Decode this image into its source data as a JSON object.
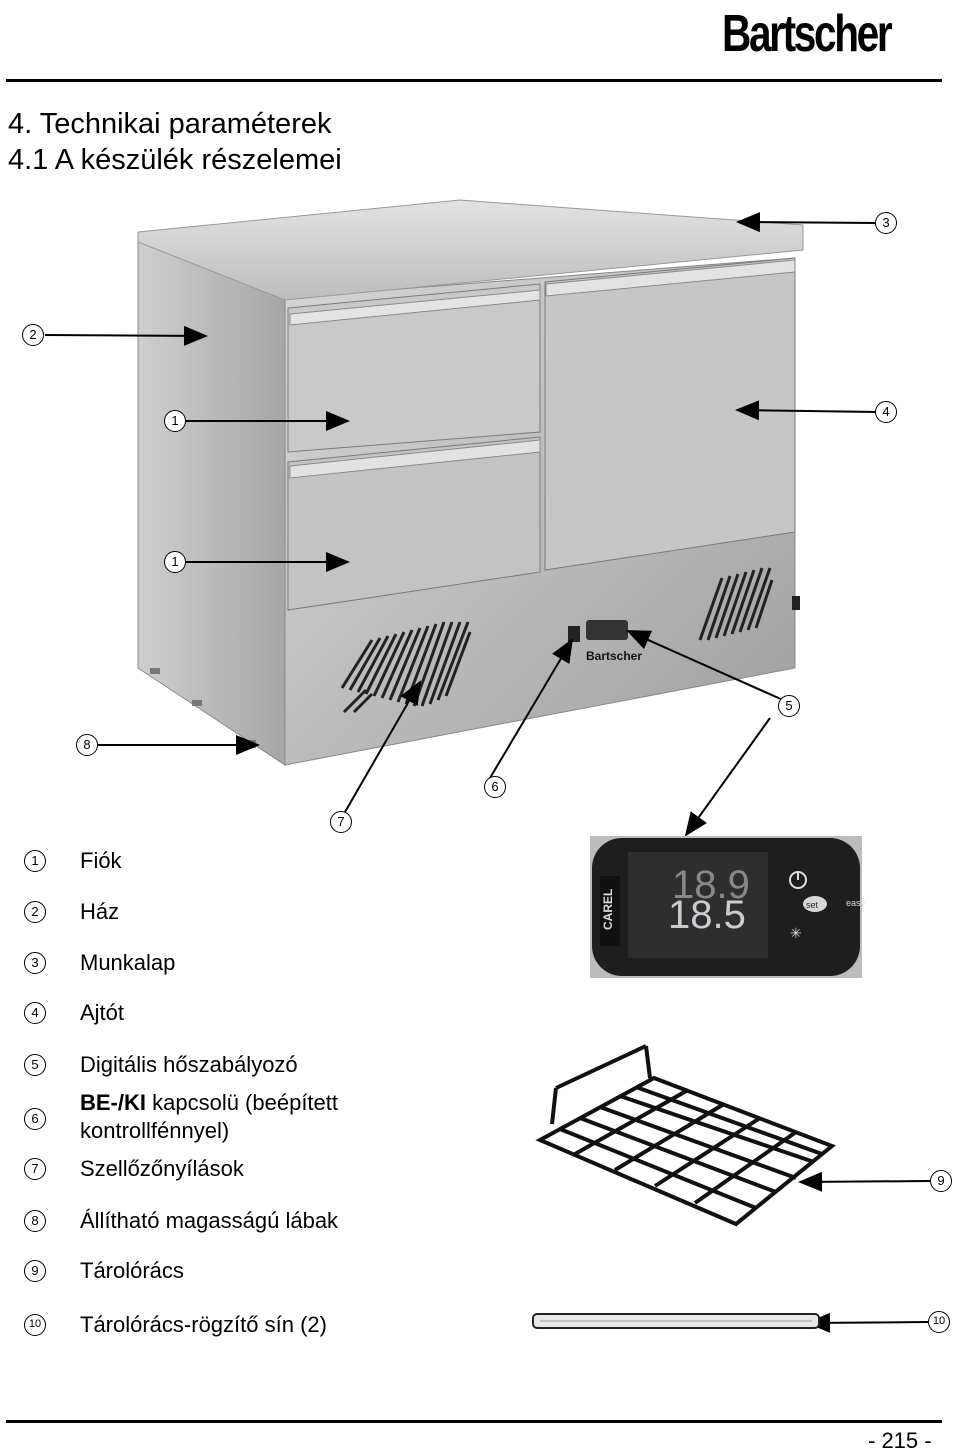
{
  "header": {
    "brand": "Bartscher",
    "title": "4. Technikai paraméterek",
    "subtitle": "4.1 A készülék részelemei"
  },
  "callouts": {
    "c1a": "1",
    "c1b": "1",
    "c2": "2",
    "c3": "3",
    "c4": "4",
    "c5": "5",
    "c6": "6",
    "c7": "7",
    "c8": "8",
    "c9": "9",
    "c10": "10"
  },
  "display": {
    "brand": "CAREL",
    "reading_top": "18.9",
    "reading_bottom": "18.5",
    "set_label": "set",
    "easy_label": "easy"
  },
  "legend": [
    {
      "num": "1",
      "text": "Fiók"
    },
    {
      "num": "2",
      "text": "Ház"
    },
    {
      "num": "3",
      "text": "Munkalap"
    },
    {
      "num": "4",
      "text": "Ajtót"
    },
    {
      "num": "5",
      "text": "Digitális hőszabályozó"
    },
    {
      "num": "6",
      "bold": "BE-/KI",
      "text": " kapcsolü (beépített",
      "text2": "kontrollfénnyel)"
    },
    {
      "num": "7",
      "text": "Szellőzőnyílások"
    },
    {
      "num": "8",
      "text": "Állítható magasságú lábak"
    },
    {
      "num": "9",
      "text": "Tárolórács"
    },
    {
      "num": "10",
      "text": "Tárolórács-rögzítő sín (2)"
    }
  ],
  "footer": {
    "page": "- 215 -"
  }
}
